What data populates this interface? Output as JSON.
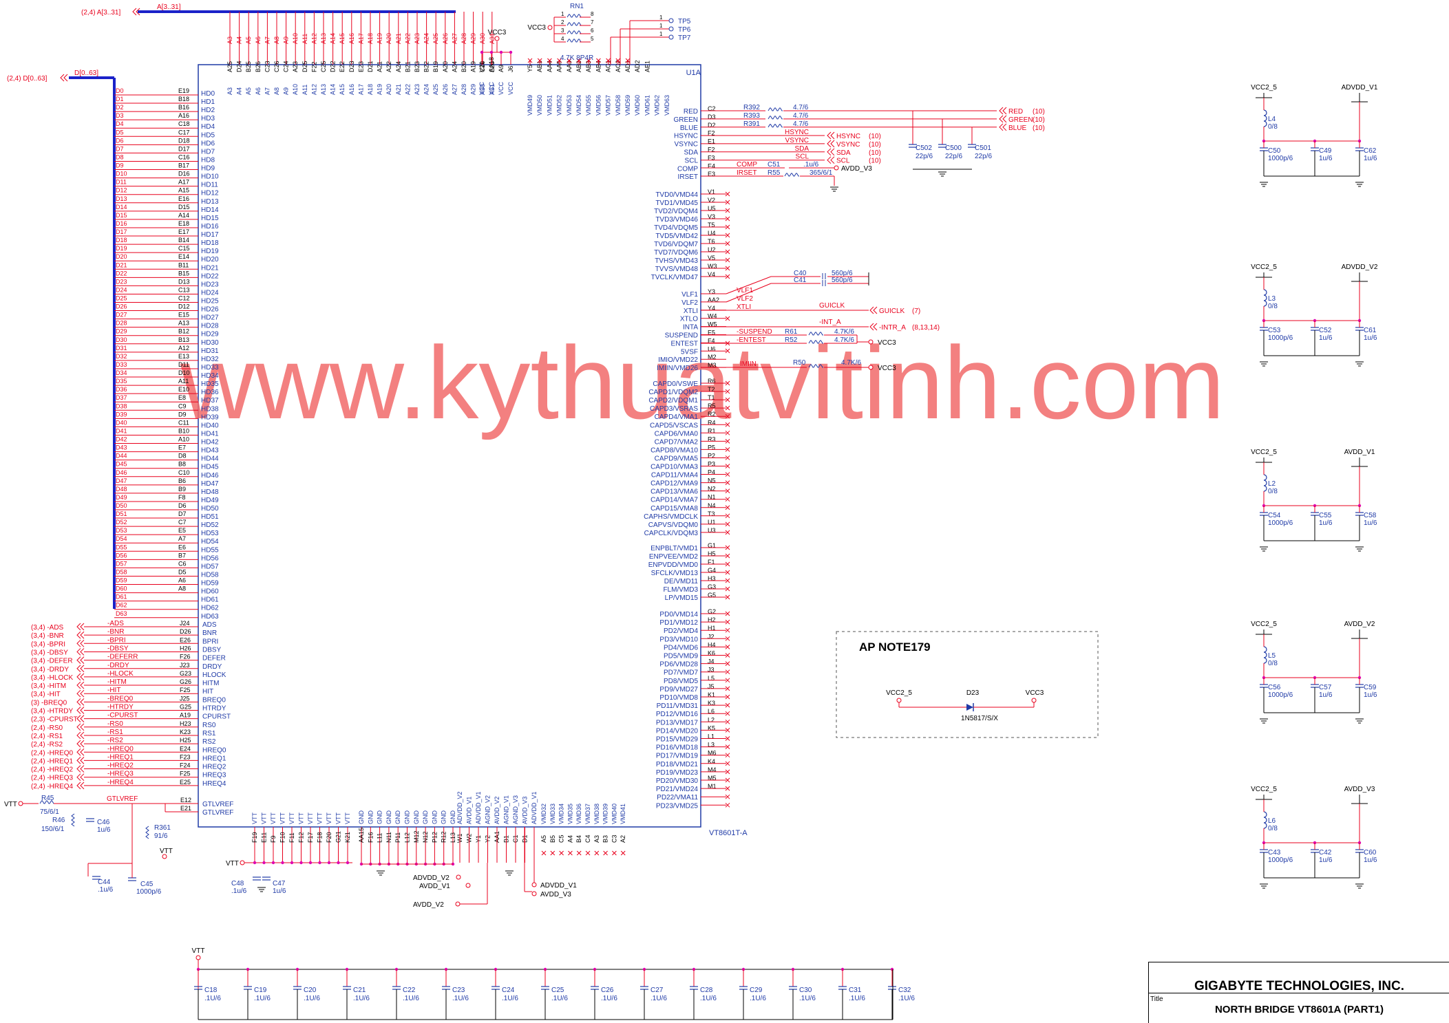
{
  "watermark": "www.kythuatvitinh.com",
  "chip": {
    "refdes": "U1A",
    "part": "VT8601T-A",
    "top_pins": [
      "A3",
      "A4",
      "A5",
      "A6",
      "A7",
      "A8",
      "A9",
      "A10",
      "A11",
      "A12",
      "A13",
      "A14",
      "A15",
      "A16",
      "A17",
      "A18",
      "A19",
      "A20",
      "A21",
      "A22",
      "A23",
      "A24",
      "A25",
      "A26",
      "A27",
      "A28",
      "A29",
      "A30",
      "A31"
    ],
    "top_pin_nums": [
      "A25",
      "D24",
      "B25",
      "B26",
      "C23",
      "C26",
      "C24",
      "A23",
      "D25",
      "F22",
      "C25",
      "D22",
      "E22",
      "D23",
      "E23",
      "D21",
      "A21",
      "A22",
      "A24",
      "B21",
      "B23",
      "B22",
      "B19",
      "A20",
      "A24",
      "B20",
      "A19",
      "C20",
      "E20"
    ],
    "vcc_pins": [
      "VCC",
      "VCC",
      "VCC",
      "VCC"
    ],
    "vcc_pin_nums": [
      "V21",
      "AA18",
      "A9",
      "J6"
    ],
    "vmd_top_pins": [
      "VMD49",
      "VMD50",
      "VMD51",
      "VMD52",
      "VMD53",
      "VMD54",
      "VMD55",
      "VMD56",
      "VMD57",
      "VMD58",
      "VMD59",
      "VMD60",
      "VMD61",
      "VMD62",
      "VMD63"
    ],
    "vmd_top_nums": [
      "Y5",
      "AB1",
      "AA4",
      "AA5",
      "AA3",
      "AB2",
      "AB3",
      "AB4",
      "AC1",
      "AC2",
      "AD1",
      "AD2",
      "AE1"
    ],
    "left_data_nums": [
      "E19",
      "B18",
      "B16",
      "A16",
      "C18",
      "C17",
      "D18",
      "D17",
      "C16",
      "B17",
      "D16",
      "A17",
      "A15",
      "E16",
      "D15",
      "A14",
      "E18",
      "E17",
      "B14",
      "C15",
      "E14",
      "B11",
      "B15",
      "D13",
      "C13",
      "C12",
      "D12",
      "E15",
      "A13",
      "B12",
      "B13",
      "A12",
      "E13",
      "D11",
      "D10",
      "A11",
      "E10",
      "E8",
      "C9",
      "D9",
      "C11",
      "B10",
      "A10",
      "E7",
      "D8",
      "B8",
      "C10",
      "B6",
      "B9",
      "F8",
      "D6",
      "D7",
      "C7",
      "E5",
      "A7",
      "E6",
      "B7",
      "C6",
      "D5",
      "A6",
      "A8"
    ],
    "ctrl_nums": [
      "J24",
      "D26",
      "E26",
      "H26",
      "F26",
      "J23",
      "G23",
      "G26",
      "F25",
      "J25",
      "G25",
      "A19",
      "H23",
      "K23",
      "H25",
      "E24",
      "F23",
      "F24",
      "F25",
      "E25"
    ],
    "ctrl_pins": [
      "ADS",
      "BNR",
      "BPRI",
      "DBSY",
      "DEFER",
      "DRDY",
      "HLOCK",
      "HITM",
      "HIT",
      "BREQ0",
      "HTRDY",
      "CPURST",
      "RS0",
      "RS1",
      "RS2",
      "HREQ0",
      "HREQ1",
      "HREQ2",
      "HREQ3",
      "HREQ4"
    ],
    "gtl_pins": [
      "GTLVREF",
      "GTLVREF"
    ],
    "gtl_nums": [
      "E12",
      "E21"
    ],
    "right_top_pins": [
      "RED",
      "GREEN",
      "BLUE",
      "HSYNC",
      "VSYNC",
      "SDA",
      "SCL",
      "COMP",
      "IRSET"
    ],
    "right_top_nums": [
      "C2",
      "D3",
      "D2",
      "F2",
      "E1",
      "F2",
      "F3",
      "E4",
      "E3"
    ],
    "tvd_pins": [
      "TVD0/VMD44",
      "TVD1/VMD45",
      "TVD2/VDQM4",
      "TVD3/VMD46",
      "TVD4/VDQM5",
      "TVD5/VMD42",
      "TVD6/VDQM7",
      "TVD7/VDQM6",
      "TVHS/VMD43",
      "TVVS/VMD48",
      "TVCLK/VMD47"
    ],
    "tvd_nums": [
      "V1",
      "V2",
      "U5",
      "V3",
      "T5",
      "U4",
      "T6",
      "U2",
      "V5",
      "W3",
      "V4"
    ],
    "vlf_pins": [
      "VLF1",
      "VLF2",
      "XTLI",
      "XTLO",
      "INTA",
      "SUSPEND",
      "ENTEST",
      "5VSF",
      "IMIO/VMD22",
      "IMIIN/VMD26"
    ],
    "vlf_nums": [
      "Y3",
      "AA2",
      "Y4",
      "W4",
      "W5",
      "E5",
      "F4",
      "U6",
      "M2",
      "M3"
    ],
    "capd_pins": [
      "CAPD0/VSWE",
      "CAPD1/VDQM2",
      "CAPD2/VDQM1",
      "CAPD3/VSRAS",
      "CAPD4/VMA1",
      "CAPD5/VSCAS",
      "CAPD6/VMA0",
      "CAPD7/VMA2",
      "CAPD8/VMA10",
      "CAPD9/VMA5",
      "CAPD10/VMA3",
      "CAPD11/VMA4",
      "CAPD12/VMA9",
      "CAPD13/VMA6",
      "CAPD14/VMA7",
      "CAPD15/VMA8",
      "CAPHS/VMDCLK",
      "CAPVS/VDQM0",
      "CAPCLK/VDQM3"
    ],
    "capd_nums": [
      "R6",
      "T2",
      "T1",
      "R5",
      "R2",
      "R4",
      "R1",
      "R3",
      "P5",
      "P2",
      "P3",
      "P4",
      "N5",
      "N2",
      "N1",
      "N4",
      "T3",
      "U1",
      "U3"
    ],
    "enp_pins": [
      "ENPBLT/VMD1",
      "ENPVEE/VMD2",
      "ENPVDD/VMD0",
      "SFCLK/VMD13",
      "DE/VMD11",
      "FLM/VMD3",
      "LP/VMD15"
    ],
    "enp_nums": [
      "G1",
      "H5",
      "F1",
      "G4",
      "H3",
      "G3",
      "G5"
    ],
    "pd_pins": [
      "PD0/VMD14",
      "PD1/VMD12",
      "PD2/VMD4",
      "PD3/VMD10",
      "PD4/VMD6",
      "PD5/VMD9",
      "PD6/VMD28",
      "PD7/VMD7",
      "PD8/VMD5",
      "PD9/VMD27",
      "PD10/VMD8",
      "PD11/VMD31",
      "PD12/VMD16",
      "PD13/VMD17",
      "PD14/VMD20",
      "PD15/VMD29",
      "PD16/VMD18",
      "PD17/VMD19",
      "PD18/VMD21",
      "PD19/VMD23",
      "PD20/VMD30",
      "PD21/VMD24",
      "PD22/VMA11",
      "PD23/VMD25"
    ],
    "pd_nums": [
      "G2",
      "H2",
      "H1",
      "J2",
      "H4",
      "K6",
      "J4",
      "J3",
      "L5",
      "J5",
      "K1",
      "K3",
      "L6",
      "L2",
      "K5",
      "L1",
      "L3",
      "M6",
      "K4",
      "M4",
      "M5",
      "M1"
    ],
    "bottom_vtt": [
      "VTT",
      "VTT",
      "VTT",
      "VTT",
      "VTT",
      "VTT",
      "VTT",
      "VTT",
      "VTT",
      "VTT",
      "VTT"
    ],
    "bottom_vtt_nums": [
      "F19",
      "E11",
      "F9",
      "F10",
      "F11",
      "F12",
      "F17",
      "F18",
      "F20",
      "G21",
      "K21"
    ],
    "bottom_gnd_nums": [
      "AA15",
      "F16",
      "L11",
      "N11",
      "P11",
      "L12",
      "M12",
      "N12",
      "P12",
      "R12",
      "L13"
    ],
    "bottom_adv": [
      "ADVDD_V2",
      "AVDD_V1",
      "ADVDD_V1",
      "AGND_V2",
      "AVDD_V2",
      "AGND_V1",
      "AGND_V3",
      "AVDD_V3",
      "ADVDD_V1"
    ],
    "bottom_adv_nums": [
      "W1",
      "W2",
      "Y1",
      "Y2",
      "AA1",
      "B1",
      "C1",
      "D1"
    ],
    "bottom_vmd": [
      "VMD32",
      "VMD33",
      "VMD34",
      "VMD35",
      "VMD36",
      "VMD37",
      "VMD38",
      "VMD39",
      "VMD40",
      "VMD41"
    ],
    "bottom_vmd_nums": [
      "A5",
      "B5",
      "C5",
      "A4",
      "B4",
      "C4",
      "A3",
      "B3",
      "C3",
      "A2"
    ]
  },
  "buses": {
    "addr_bus": "A[3..31]",
    "addr_ref": "(2,4)  A[3..31]",
    "data_bus": "D[0..63]",
    "data_ref": "(2,4)  D[0..63]"
  },
  "rn1": {
    "ref": "RN1",
    "value": "4.7K 8P4R",
    "vcc": "VCC3",
    "pins": [
      "1",
      "2",
      "3",
      "4",
      "8",
      "7",
      "6",
      "5"
    ]
  },
  "test_points": [
    {
      "pin": "1",
      "name": "TP5"
    },
    {
      "pin": "1",
      "name": "TP6"
    },
    {
      "pin": "1",
      "name": "TP7"
    }
  ],
  "vcc_top": "VCC3",
  "rgb_resistors": [
    {
      "ref": "R392",
      "value": "4.7/6",
      "net": "RED",
      "page": "(10)"
    },
    {
      "ref": "R393",
      "value": "4.7/6",
      "net": "GREEN",
      "page": "(10)"
    },
    {
      "ref": "R391",
      "value": "4.7/6",
      "net": "BLUE",
      "page": "(10)"
    }
  ],
  "sync_nets": [
    {
      "net": "HSYNC",
      "page": "(10)"
    },
    {
      "net": "VSYNC",
      "page": "(10)"
    },
    {
      "net": "SDA",
      "page": "(10)"
    },
    {
      "net": "SCL",
      "page": "(10)"
    }
  ],
  "rgb_caps": [
    {
      "ref": "C502",
      "value": "22p/6"
    },
    {
      "ref": "C500",
      "value": "22p/6"
    },
    {
      "ref": "C501",
      "value": "22p/6"
    }
  ],
  "comp": {
    "net": "COMP",
    "cap": "C51",
    "value": ".1u/6",
    "rail": "AVDD_V3"
  },
  "irset": {
    "net": "IRSET",
    "res": "R55",
    "value": "365/6/1"
  },
  "vlf_caps": [
    {
      "ref": "C40",
      "value": "560p/6"
    },
    {
      "ref": "C41",
      "value": "560p/6"
    }
  ],
  "vlf_nets": [
    "VLF1",
    "VLF2",
    "XTLI"
  ],
  "guiclk": {
    "net": "GUICLK",
    "ref": "GUICLK",
    "page": "(7)"
  },
  "inta": {
    "net": "-INT_A",
    "ref": "-INTR_A",
    "page": "(8,13,14)"
  },
  "suspend": {
    "net": "-SUSPEND",
    "res": "R61",
    "value": "4.7K/6"
  },
  "entest": {
    "net": "-ENTEST",
    "res": "R52",
    "value": "4.7K/6",
    "rail": "VCC3"
  },
  "imiin": {
    "net": "IMIIN",
    "res": "R50",
    "value": "4.7K/6",
    "rail": "VCC3"
  },
  "data_nets": [
    "D0",
    "D1",
    "D2",
    "D3",
    "D4",
    "D5",
    "D6",
    "D7",
    "D8",
    "D9",
    "D10",
    "D11",
    "D12",
    "D13",
    "D14",
    "D15",
    "D16",
    "D17",
    "D18",
    "D19",
    "D20",
    "D21",
    "D22",
    "D23",
    "D24",
    "D25",
    "D26",
    "D27",
    "D28",
    "D29",
    "D30",
    "D31",
    "D32",
    "D33",
    "D34",
    "D35",
    "D36",
    "D37",
    "D38",
    "D39",
    "D40",
    "D41",
    "D42",
    "D43",
    "D44",
    "D45",
    "D46",
    "D47",
    "D48",
    "D49",
    "D50",
    "D51",
    "D52",
    "D53",
    "D54",
    "D55",
    "D56",
    "D57",
    "D58",
    "D59",
    "D60",
    "D61",
    "D62",
    "D63"
  ],
  "hd_pins": [
    "HD0",
    "HD1",
    "HD2",
    "HD3",
    "HD4",
    "HD5",
    "HD6",
    "HD7",
    "HD8",
    "HD9",
    "HD10",
    "HD11",
    "HD12",
    "HD13",
    "HD14",
    "HD15",
    "HD16",
    "HD17",
    "HD18",
    "HD19",
    "HD20",
    "HD21",
    "HD22",
    "HD23",
    "HD24",
    "HD25",
    "HD26",
    "HD27",
    "HD28",
    "HD29",
    "HD30",
    "HD31",
    "HD32",
    "HD33",
    "HD34",
    "HD35",
    "HD36",
    "HD37",
    "HD38",
    "HD39",
    "HD40",
    "HD41",
    "HD42",
    "HD43",
    "HD44",
    "HD45",
    "HD46",
    "HD47",
    "HD48",
    "HD49",
    "HD50",
    "HD51",
    "HD52",
    "HD53",
    "HD54",
    "HD55",
    "HD56",
    "HD57",
    "HD58",
    "HD59",
    "HD60",
    "HD61",
    "HD62",
    "HD63"
  ],
  "ctrl_refs": [
    "(3,4)  -ADS",
    "(3,4)  -BNR",
    "(3,4)  -BPRI",
    "(3,4)  -DBSY",
    "(3,4)  -DEFER",
    "(3,4)  -DRDY",
    "(3,4)  -HLOCK",
    "(3,4)  -HITM",
    "(3,4)  -HIT",
    "(3)  -BREQ0",
    "(3,4)  -HTRDY",
    "(2,3)  -CPURST",
    "(2,4)  -RS0",
    "(2,4)  -RS1",
    "(2,4)  -RS2",
    "(2,4)  -HREQ0",
    "(2,4)  -HREQ1",
    "(2,4)  -HREQ2",
    "(2,4)  -HREQ3",
    "(2,4)  -HREQ4"
  ],
  "ctrl_nets": [
    "-ADS",
    "-BNR",
    "-BPRI",
    "-DBSY",
    "-DEFERR",
    "-DRDY",
    "-HLOCK",
    "-HITM",
    "-HIT",
    "-BREQ0",
    "-HTRDY",
    "-CPURST",
    "-RS0",
    "-RS1",
    "-RS2",
    "-HREQ0",
    "-HREQ1",
    "-HREQ2",
    "-HREQ3",
    "-HREQ4"
  ],
  "gtl": {
    "net": "GTLVREF",
    "vtt": "VTT",
    "r45": {
      "ref": "R45",
      "value": "75/6/1"
    },
    "r46": {
      "ref": "R46",
      "value": "150/6/1"
    },
    "c46": {
      "ref": "C46",
      "value": "1u/6"
    },
    "r361": {
      "ref": "R361",
      "value": "91/6"
    },
    "vtt2": "VTT",
    "c44": {
      "ref": "C44",
      "value": ".1u/6"
    },
    "c45": {
      "ref": "C45",
      "value": "1000p/6"
    }
  },
  "bottom_left": {
    "vtt": "VTT",
    "c48": {
      "ref": "C48",
      "value": ".1u/6"
    },
    "c47": {
      "ref": "C47",
      "value": "1u/6"
    }
  },
  "bottom_adv_nets": [
    "ADVDD_V2",
    "AVDD_V1",
    "AVDD_V2",
    "ADVDD_V1",
    "AVDD_V3"
  ],
  "power_filters": [
    {
      "in": "VCC2_5",
      "out": "ADVDD_V1",
      "l": "L4",
      "lv": "0/8",
      "caps": [
        [
          "C50",
          "1000p/6"
        ],
        [
          "C49",
          "1u/6"
        ],
        [
          "C62",
          "1u/6"
        ]
      ]
    },
    {
      "in": "VCC2_5",
      "out": "ADVDD_V2",
      "l": "L3",
      "lv": "0/8",
      "caps": [
        [
          "C53",
          "1000p/6"
        ],
        [
          "C52",
          "1u/6"
        ],
        [
          "C61",
          "1u/6"
        ]
      ]
    },
    {
      "in": "VCC2_5",
      "out": "AVDD_V1",
      "l": "L2",
      "lv": "0/8",
      "caps": [
        [
          "C54",
          "1000p/6"
        ],
        [
          "C55",
          "1u/6"
        ],
        [
          "C58",
          "1u/6"
        ]
      ]
    },
    {
      "in": "VCC2_5",
      "out": "AVDD_V2",
      "l": "L5",
      "lv": "0/8",
      "caps": [
        [
          "C56",
          "1000p/6"
        ],
        [
          "C57",
          "1u/6"
        ],
        [
          "C59",
          "1u/6"
        ]
      ]
    },
    {
      "in": "VCC2_5",
      "out": "AVDD_V3",
      "l": "L6",
      "lv": "0/8",
      "caps": [
        [
          "C43",
          "1000p/6"
        ],
        [
          "C42",
          "1u/6"
        ],
        [
          "C60",
          "1u/6"
        ]
      ]
    }
  ],
  "note": {
    "title": "AP NOTE179",
    "in": "VCC2_5",
    "out": "VCC3",
    "diode": "D23",
    "diode_part": "1N5817/S/X"
  },
  "decoupling": {
    "rail": "VTT",
    "caps": [
      [
        "C18",
        ".1U/6"
      ],
      [
        "C19",
        ".1U/6"
      ],
      [
        "C20",
        ".1U/6"
      ],
      [
        "C21",
        ".1U/6"
      ],
      [
        "C22",
        ".1U/6"
      ],
      [
        "C23",
        ".1U/6"
      ],
      [
        "C24",
        ".1U/6"
      ],
      [
        "C25",
        ".1U/6"
      ],
      [
        "C26",
        ".1U/6"
      ],
      [
        "C27",
        ".1U/6"
      ],
      [
        "C28",
        ".1U/6"
      ],
      [
        "C29",
        ".1U/6"
      ],
      [
        "C30",
        ".1U/6"
      ],
      [
        "C31",
        ".1U/6"
      ],
      [
        "C32",
        ".1U/6"
      ]
    ]
  },
  "title_block": {
    "company": "GIGABYTE TECHNOLOGIES, INC.",
    "title_label": "Title",
    "title": "NORTH BRIDGE  VT8601A (PART1)"
  },
  "colors": {
    "net": "#e8001c",
    "pin": "#1f3aa6",
    "bus": "#1b22c9",
    "line": "#000000"
  }
}
